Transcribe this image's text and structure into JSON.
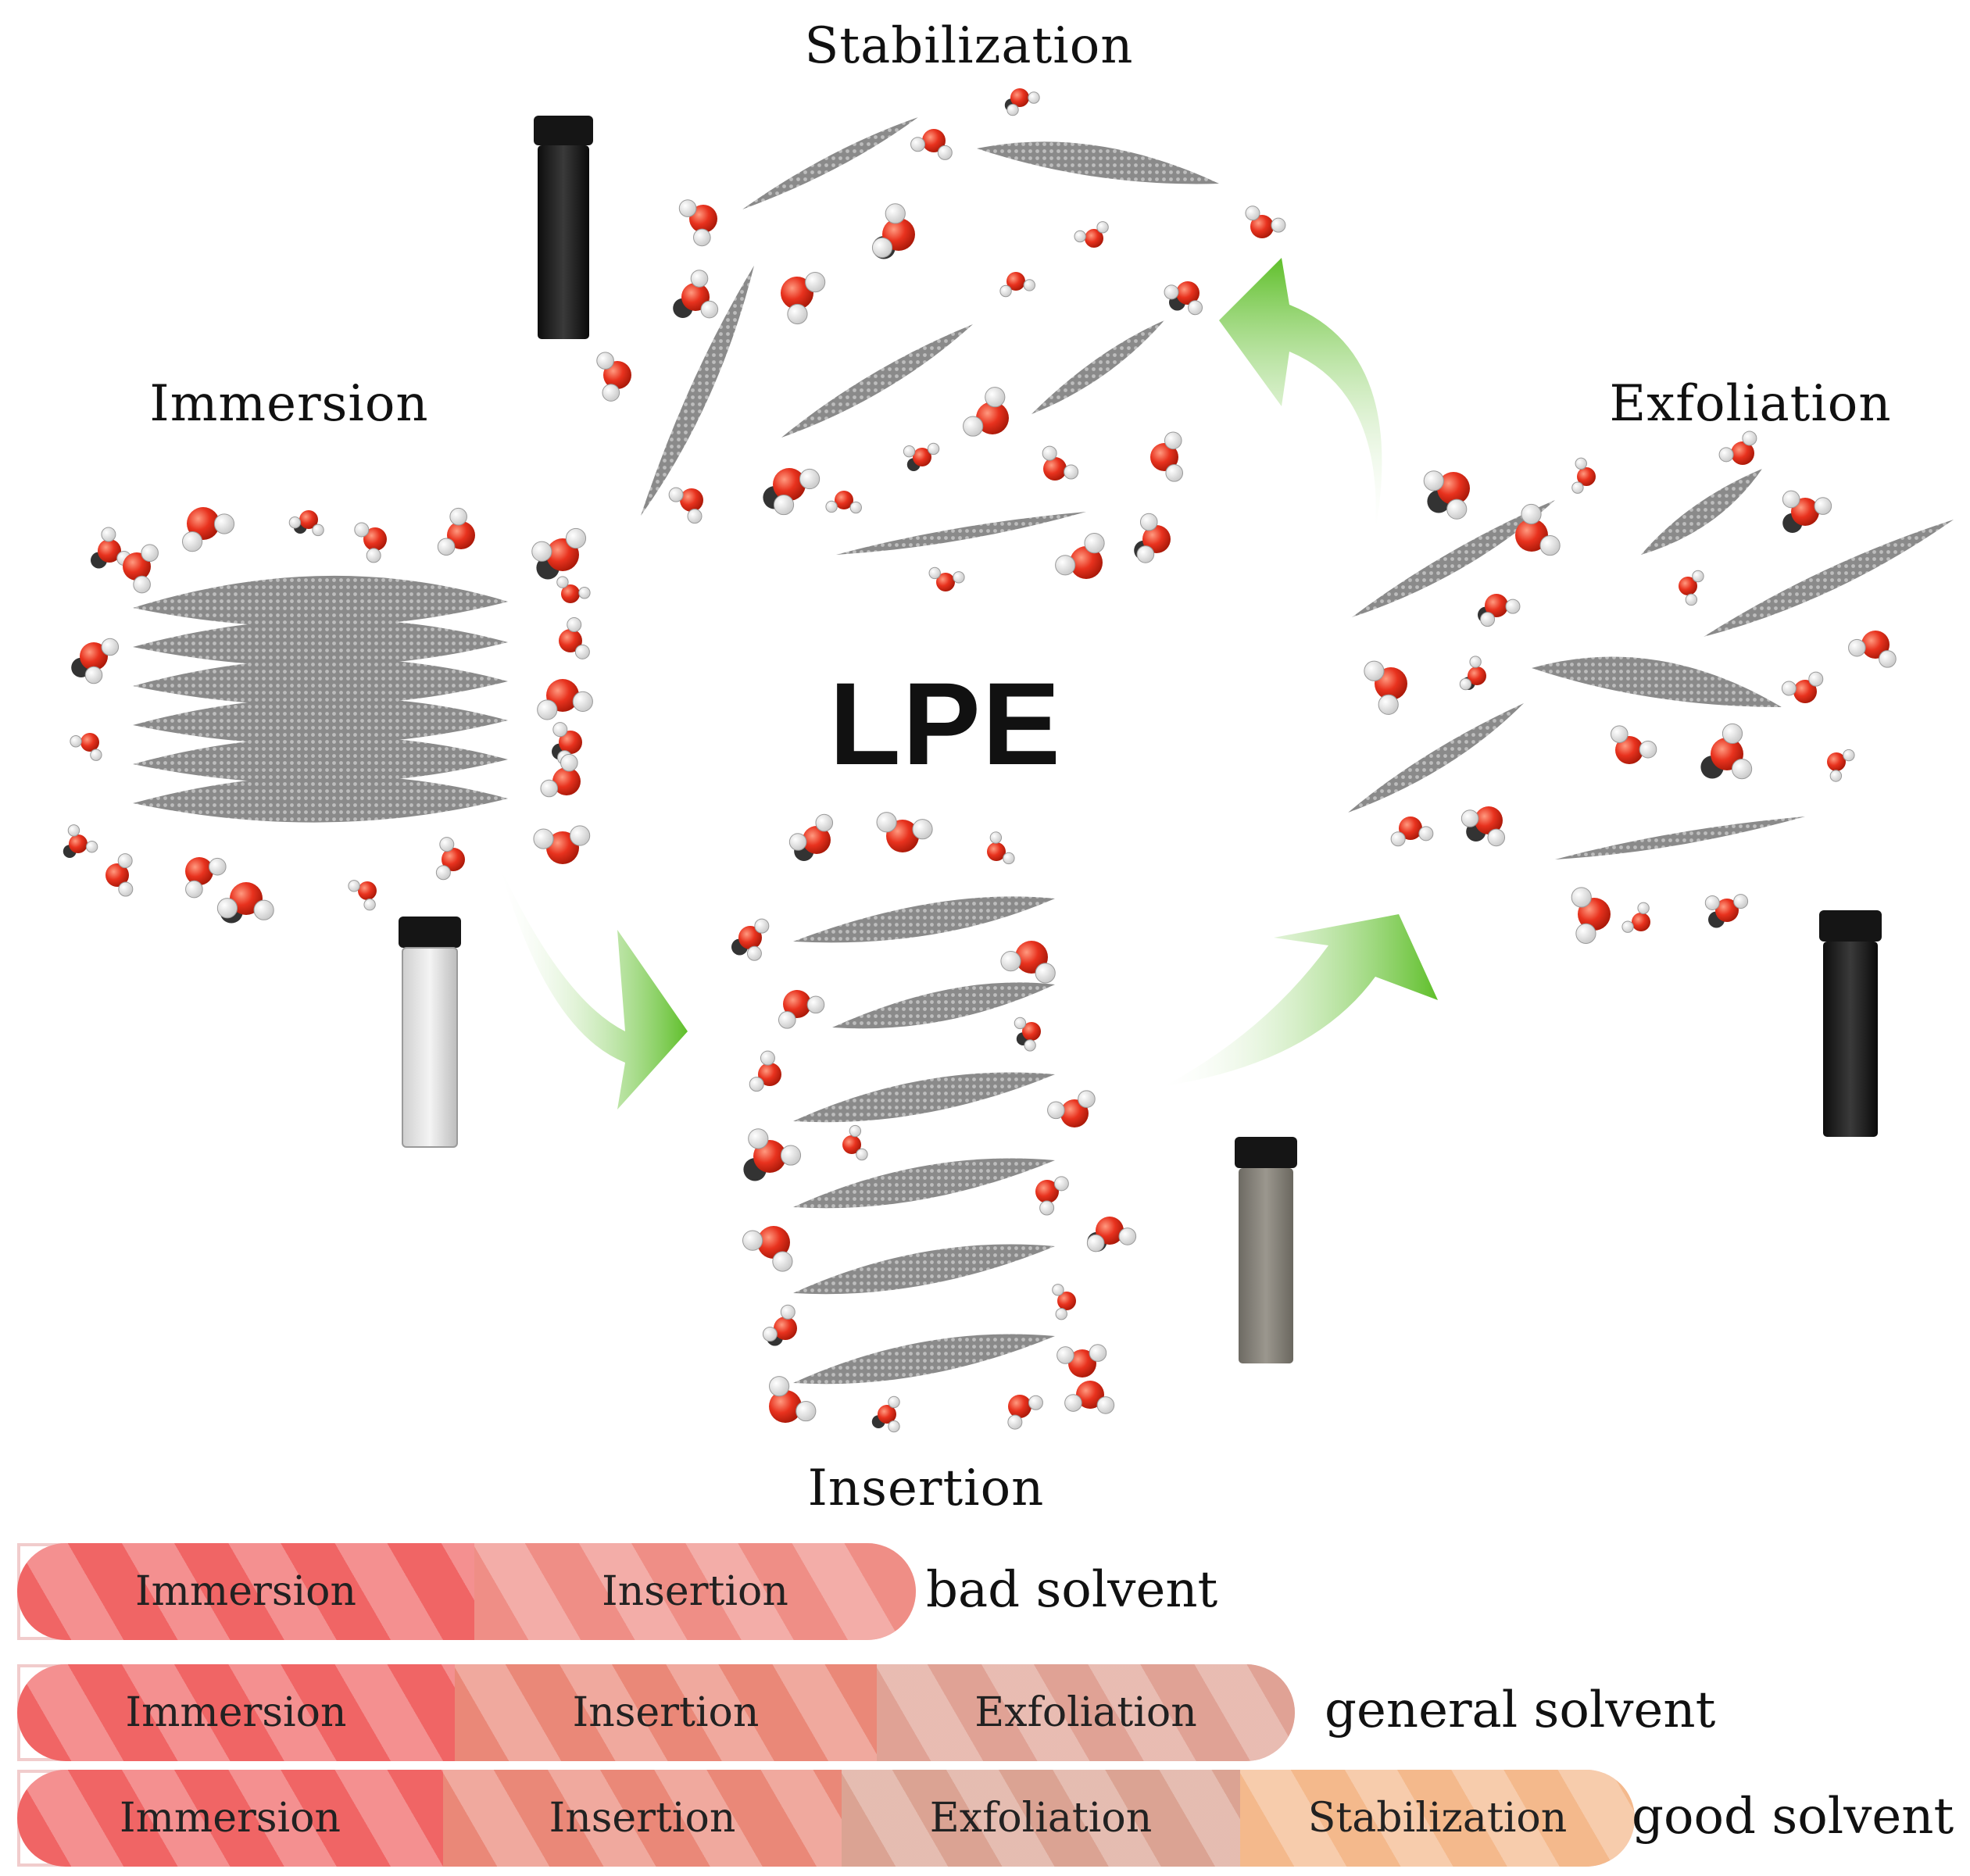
{
  "diagram": {
    "center_title": "LPE",
    "stages": {
      "stabilization": "Stabilization",
      "immersion": "Immersion",
      "exfoliation": "Exfoliation",
      "insertion": "Insertion"
    },
    "colors": {
      "immersion": "#f06060",
      "insertion": "#e88878",
      "exfoliation": "#dfa293",
      "stabilization": "#f5b98a",
      "arrow": "#6cc23a",
      "sheet": "#8e8e8e",
      "oxygen": "#e8321e"
    }
  },
  "legend_bars": [
    {
      "solvent": "bad solvent",
      "segments": [
        "Immersion",
        "Insertion"
      ]
    },
    {
      "solvent": "general solvent",
      "segments": [
        "Immersion",
        "Insertion",
        "Exfoliation"
      ]
    },
    {
      "solvent": "good solvent",
      "segments": [
        "Immersion",
        "Insertion",
        "Exfoliation",
        "Stabilization"
      ]
    }
  ]
}
